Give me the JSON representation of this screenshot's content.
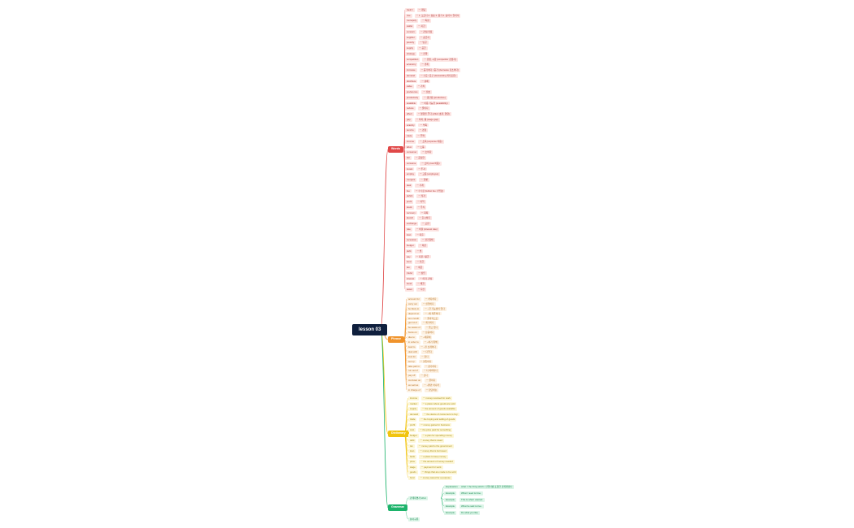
{
  "root": {
    "label": "lesson 03"
  },
  "branches": [
    {
      "key": "words",
      "label": "Words",
      "color": "#e04848",
      "leaf_bg": "#fde4e2",
      "leaf_fg": "#b03a3a",
      "items": [
        {
          "text": "hadn't",
          "sub": "ㅡ 개념"
        },
        {
          "text": "rise",
          "sub": "ㅡ 1. 오르다 2. 상승 3. 증가 4. 솟아 5. 일어서"
        },
        {
          "text": "monopoly",
          "sub": "ㅡ 독점"
        },
        {
          "text": "wallet",
          "sub": "ㅡ 지갑"
        },
        {
          "text": "concern",
          "sub": "ㅡ 관심/걱정"
        },
        {
          "text": "supplier",
          "sub": "ㅡ 공급자"
        },
        {
          "text": "poverty",
          "sub": "ㅡ 빈곤"
        },
        {
          "text": "supply",
          "sub": "ㅡ 공급"
        },
        {
          "text": "strategy",
          "sub": "ㅡ 전략"
        },
        {
          "text": "competition",
          "sub": "ㅡ 경쟁, 시합 (competitor 경쟁자)"
        },
        {
          "text": "economy",
          "sub": "ㅡ 경제"
        },
        {
          "text": "increase",
          "sub": "ㅡ 증가하다 / 증가 (decrease 감소하다)"
        },
        {
          "text": "demand",
          "sub": "ㅡ 수요 / 요구 (demanding 까다로운)"
        },
        {
          "text": "distribute",
          "sub": "ㅡ 분배"
        },
        {
          "text": "value",
          "sub": "ㅡ 가치"
        },
        {
          "text": "preference",
          "sub": "ㅡ 선호"
        },
        {
          "text": "productivity",
          "sub": "ㅡ 생산성 (productive)"
        },
        {
          "text": "available",
          "sub": "ㅡ 이용 가능한 (availability)"
        },
        {
          "text": "reduce",
          "sub": "ㅡ 줄이다"
        },
        {
          "text": "affect",
          "sub": "ㅡ 영향을 주다 (effect 효과, 영향)"
        },
        {
          "text": "gap",
          "sub": "ㅡ 차이, 틈 (wage gap)"
        },
        {
          "text": "scarcity",
          "sub": "ㅡ 부족"
        },
        {
          "text": "tend to",
          "sub": "ㅡ 경향"
        },
        {
          "text": "trade",
          "sub": "ㅡ 무역"
        },
        {
          "text": "income",
          "sub": "ㅡ 소득 (expense 비용)"
        },
        {
          "text": "labor",
          "sub": "ㅡ 노동"
        },
        {
          "text": "consumer",
          "sub": "ㅡ 소비자"
        },
        {
          "text": "fair",
          "sub": "ㅡ 공정한"
        },
        {
          "text": "consume",
          "sub": "ㅡ 소비 (cost 비용)"
        },
        {
          "text": "invest",
          "sub": "ㅡ 투자"
        },
        {
          "text": "employ",
          "sub": "ㅡ 고용 (employee)"
        },
        {
          "text": "mergers",
          "sub": "ㅡ 합병"
        },
        {
          "text": "deal",
          "sub": "ㅡ 거래"
        },
        {
          "text": "fee",
          "sub": "ㅡ 수수료 (tuition fee 수업료)"
        },
        {
          "text": "deficit",
          "sub": "ㅡ 적자"
        },
        {
          "text": "profit",
          "sub": "ㅡ 이익"
        },
        {
          "text": "stock",
          "sub": "ㅡ 주식"
        },
        {
          "text": "recovery",
          "sub": "ㅡ 회복"
        },
        {
          "text": "launch",
          "sub": "ㅡ 출시하다"
        },
        {
          "text": "exchange",
          "sub": "ㅡ 교환"
        },
        {
          "text": "rate",
          "sub": "ㅡ 비율 (interest rate)"
        },
        {
          "text": "loan",
          "sub": "ㅡ 대출"
        },
        {
          "text": "recession",
          "sub": "ㅡ 경기침체"
        },
        {
          "text": "budget",
          "sub": "ㅡ 예산"
        },
        {
          "text": "debt",
          "sub": "ㅡ 빚"
        },
        {
          "text": "pay",
          "sub": "ㅡ 지불 / 봉급"
        },
        {
          "text": "fund",
          "sub": "ㅡ 자금"
        },
        {
          "text": "tax",
          "sub": "ㅡ 세금"
        },
        {
          "text": "trader",
          "sub": "ㅡ 상인"
        },
        {
          "text": "interest",
          "sub": "ㅡ 이자, 관심"
        },
        {
          "text": "bond",
          "sub": "ㅡ 채권"
        },
        {
          "text": "asset",
          "sub": "ㅡ 자산"
        }
      ]
    },
    {
      "key": "phrase",
      "label": "Phrase",
      "color": "#f0932b",
      "leaf_bg": "#fdf1e2",
      "leaf_fg": "#b8742a",
      "items": [
        {
          "text": "account for",
          "sub": "ㅡ 차지하다"
        },
        {
          "text": "carry out",
          "sub": "ㅡ 실행하다"
        },
        {
          "text": "be likely to",
          "sub": "ㅡ ~할 가능성이 있다"
        },
        {
          "text": "depend on",
          "sub": "ㅡ ~에 의존하다"
        },
        {
          "text": "as a result",
          "sub": "ㅡ 결과적으로"
        },
        {
          "text": "get rid of",
          "sub": "ㅡ 제거하다"
        },
        {
          "text": "be aware of",
          "sub": "ㅡ 알고 있다"
        },
        {
          "text": "focus on",
          "sub": "ㅡ 집중하다"
        },
        {
          "text": "due to",
          "sub": "ㅡ ~때문에"
        },
        {
          "text": "in order to",
          "sub": "ㅡ ~하기 위해"
        },
        {
          "text": "lead to",
          "sub": "ㅡ ~을 초래하다"
        },
        {
          "text": "deal with",
          "sub": "ㅡ 다루다"
        },
        {
          "text": "look for",
          "sub": "ㅡ 찾다"
        },
        {
          "text": "set up",
          "sub": "ㅡ 설립하다"
        },
        {
          "text": "take part in",
          "sub": "ㅡ 참가하다"
        },
        {
          "text": "run out of",
          "sub": "ㅡ 다 써버리다"
        },
        {
          "text": "pay off",
          "sub": "ㅡ 갚다"
        },
        {
          "text": "cut down on",
          "sub": "ㅡ 줄이다"
        },
        {
          "text": "as well as",
          "sub": "ㅡ ~뿐만 아니라"
        },
        {
          "text": "in charge of",
          "sub": "ㅡ 담당하는"
        }
      ]
    },
    {
      "key": "dictionary",
      "label": "Dictionary",
      "color": "#f1c40f",
      "leaf_bg": "#fdf6d6",
      "leaf_fg": "#a58a12",
      "items": [
        {
          "text": "income",
          "sub": "ㅡ money received for work"
        },
        {
          "text": "market",
          "sub": "ㅡ a place where goods are sold"
        },
        {
          "text": "supply",
          "sub": "ㅡ the amount of goods available"
        },
        {
          "text": "demand",
          "sub": "ㅡ the desire of consumers to buy"
        },
        {
          "text": "trade",
          "sub": "ㅡ the buying and selling of goods"
        },
        {
          "text": "profit",
          "sub": "ㅡ money gained in business"
        },
        {
          "text": "cost",
          "sub": "ㅡ the price paid for something"
        },
        {
          "text": "budget",
          "sub": "ㅡ a plan for spending money"
        },
        {
          "text": "debt",
          "sub": "ㅡ money that is owed"
        },
        {
          "text": "tax",
          "sub": "ㅡ money paid to the government"
        },
        {
          "text": "loan",
          "sub": "ㅡ money that is borrowed"
        },
        {
          "text": "bank",
          "sub": "ㅡ a place to keep money"
        },
        {
          "text": "price",
          "sub": "ㅡ the amount of money needed"
        },
        {
          "text": "wage",
          "sub": "ㅡ payment for work"
        },
        {
          "text": "goods",
          "sub": "ㅡ things that are made to be sold"
        },
        {
          "text": "fund",
          "sub": "ㅡ money saved for a purpose"
        }
      ]
    },
    {
      "key": "grammar",
      "label": "Grammar",
      "color": "#1db36b",
      "leaf_bg": "#dcf5e8",
      "leaf_fg": "#1d8a54",
      "items": [
        {
          "text": "관계대명사 what",
          "sub": ""
        },
        {
          "text": "분사구문",
          "sub": ""
        }
      ],
      "detail": [
        {
          "text": "Explanation",
          "sub": "what = the thing which / 선행사를 포함한 관계대명사"
        },
        {
          "text": "Example",
          "sub": "What I need is time."
        },
        {
          "text": "Example",
          "sub": "This is what I wanted."
        },
        {
          "text": "Example",
          "sub": "What he said is true."
        },
        {
          "text": "Example",
          "sub": "Do what you like."
        }
      ]
    }
  ]
}
